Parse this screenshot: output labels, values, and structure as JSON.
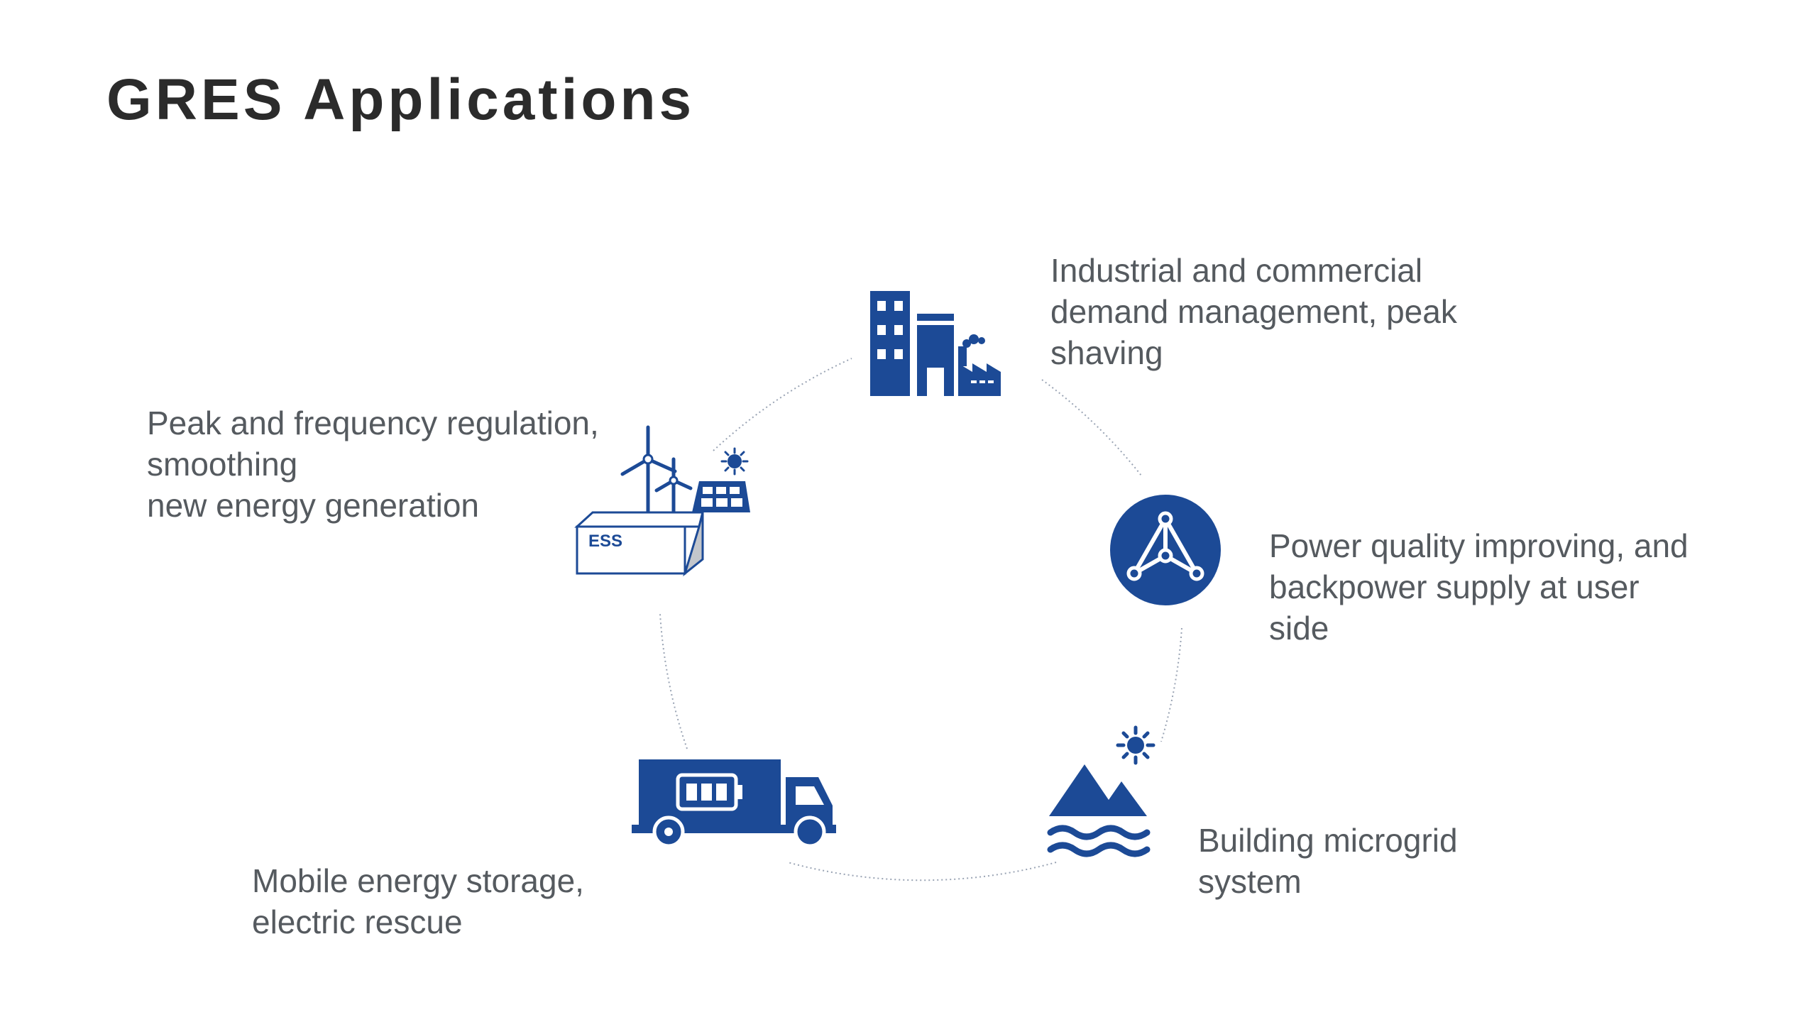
{
  "title": "GRES Applications",
  "colors": {
    "accent": "#1c4a96",
    "ring": "#9aa4b4",
    "text": "#555a5f"
  },
  "applications": [
    {
      "id": "industrial",
      "icon": "factory-buildings-icon",
      "lines": [
        "Industrial and commercial",
        "demand management, peak",
        "shaving"
      ]
    },
    {
      "id": "power-quality",
      "icon": "power-network-icon",
      "lines": [
        "Power quality improving, and",
        "backpower supply at user",
        "side"
      ]
    },
    {
      "id": "microgrid",
      "icon": "mountain-water-sun-icon",
      "lines": [
        "Building microgrid",
        "system"
      ]
    },
    {
      "id": "mobile",
      "icon": "battery-truck-icon",
      "lines": [
        "Mobile energy storage,",
        "electric rescue"
      ]
    },
    {
      "id": "peak-frequency",
      "icon": "ess-wind-solar-icon",
      "ess_text": "ESS",
      "lines": [
        "Peak and frequency regulation,",
        "smoothing",
        "new energy generation"
      ]
    }
  ]
}
